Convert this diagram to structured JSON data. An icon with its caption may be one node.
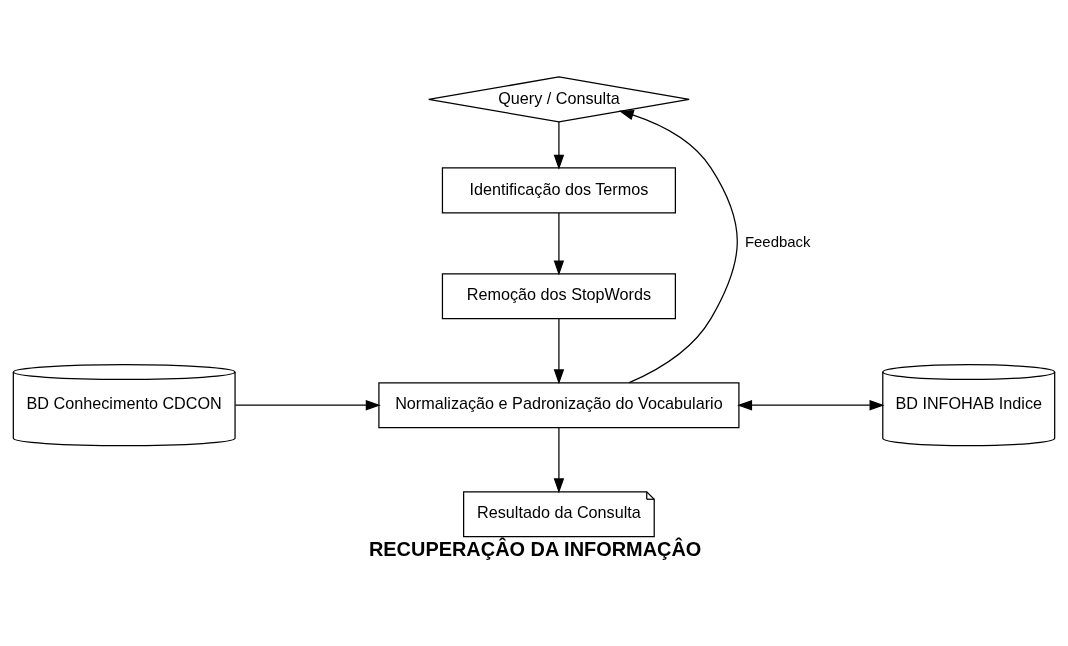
{
  "diagram": {
    "caption": "RECUPERAÇÂO DA INFORMAÇÂO",
    "nodes": [
      {
        "text": [
          "Query / Consulta"
        ]
      },
      {
        "text": [
          "Identificação dos Termos"
        ]
      },
      {
        "text": [
          "Remoção dos StopWords"
        ]
      },
      {
        "text": [
          "BD Conhecimento CDCON"
        ]
      },
      {
        "text": [
          "Normalização e Padronização do Vocabulario"
        ]
      },
      {
        "text": [
          "BD INFOHAB Indice"
        ]
      },
      {
        "text": [
          "Resultado da Consulta"
        ]
      }
    ],
    "edges": [
      {
        "from": 0,
        "to": 1,
        "arrow": "to"
      },
      {
        "from": 1,
        "to": 2,
        "arrow": "to"
      },
      {
        "from": 2,
        "to": 4,
        "arrow": "to"
      },
      {
        "from": 3,
        "to": 4,
        "arrow": "to"
      },
      {
        "from": 4,
        "to": 5,
        "arrow": "both"
      },
      {
        "from": 4,
        "to": 6,
        "arrow": "to"
      },
      {
        "from": 4,
        "to": 0,
        "arrow": "to",
        "label": "Feedback"
      }
    ]
  }
}
